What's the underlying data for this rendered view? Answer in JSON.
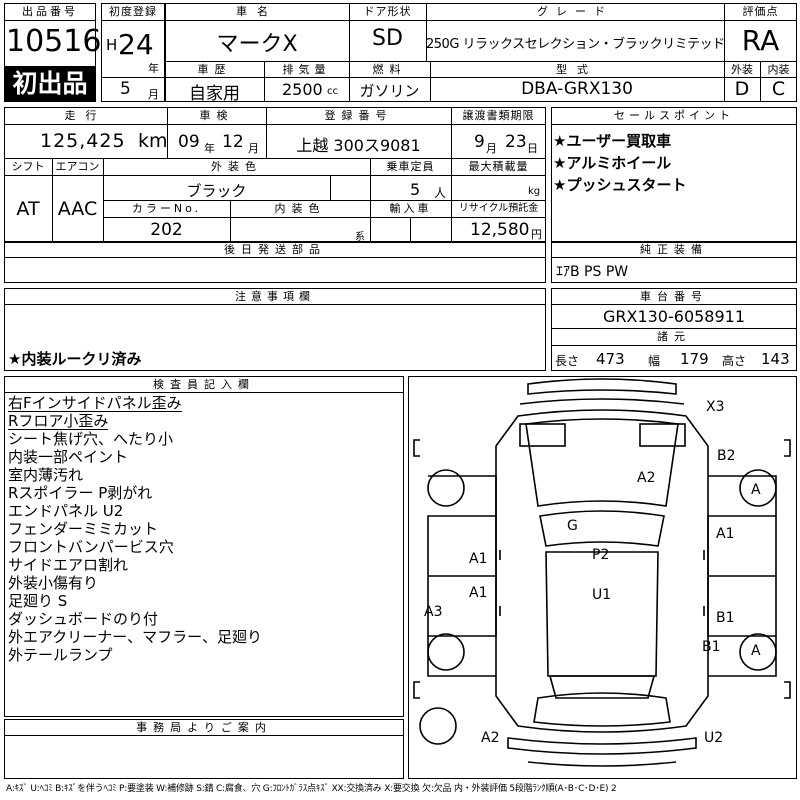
{
  "header": {
    "lot_no_label": "出品番号",
    "lot_no": "10516",
    "first_listing": "初出品",
    "first_reg_label": "初度登録",
    "era": "H",
    "year": "24",
    "year_unit": "年",
    "month": "5",
    "month_unit": "月",
    "car_name_label": "車名",
    "car_name": "マークX",
    "door_label": "ドア形状",
    "door": "SD",
    "grade_label": "グレード",
    "grade": "250G リラックスセレクション・ブラックリミテッド",
    "score_label": "評価点",
    "score": "RA",
    "history_label": "車歴",
    "history": "自家用",
    "displacement_label": "排気量",
    "displacement": "2500",
    "displacement_unit": "cc",
    "fuel_label": "燃料",
    "fuel": "ガソリン",
    "model_label": "型式",
    "model": "DBA-GRX130",
    "ext_score_label": "外装",
    "ext_score": "D",
    "int_score_label": "内装",
    "int_score": "C"
  },
  "row2": {
    "mileage_label": "走行",
    "mileage": "125,425",
    "mileage_unit": "km",
    "inspection_label": "車検",
    "inspection_year": "09",
    "inspection_year_unit": "年",
    "inspection_month": "12",
    "inspection_month_unit": "月",
    "plate_label": "登録番号",
    "plate": "上越 300ス9081",
    "transfer_label": "譲渡書類期限",
    "transfer_month": "9",
    "transfer_month_unit": "月",
    "transfer_day": "23",
    "transfer_day_unit": "日",
    "shift_label": "シフト",
    "shift": "AT",
    "ac_label": "エアコン",
    "ac": "AAC",
    "color_label": "外装色",
    "color": "ブラック",
    "capacity_label": "乗車定員",
    "capacity": "5",
    "capacity_unit": "人",
    "load_label": "最大積載量",
    "load_unit": "kg",
    "color_no_label": "カラーNo.",
    "color_no": "202",
    "int_color_label": "内装色",
    "int_color_unit": "系",
    "import_label": "輸入車",
    "recycle_label": "リサイクル預託金",
    "recycle": "12,580",
    "recycle_unit": "円"
  },
  "sales_points": {
    "label": "セールスポイント",
    "items": [
      "★ユーザー買取車",
      "★アルミホイール",
      "★プッシュスタート"
    ]
  },
  "later_parts": {
    "label": "後日発送部品"
  },
  "genuine": {
    "label": "純正装備",
    "value": "ｴｱB PS PW"
  },
  "caution": {
    "label": "注意事項欄",
    "text": "★内装ルークリ済み"
  },
  "chassis": {
    "label": "車台番号",
    "value": "GRX130-6058911",
    "spec_label": "諸元",
    "length_label": "長さ",
    "length": "473",
    "width_label": "幅",
    "width": "179",
    "height_label": "高さ",
    "height": "143"
  },
  "inspector": {
    "label": "検査員記入欄",
    "lines": [
      "右Fインサイドパネル歪み",
      "Rフロア小歪み",
      "シート焦げ穴、へたり小",
      "内装一部ペイント",
      "室内薄汚れ",
      "Rスポイラー P剥がれ",
      "エンドパネル U2",
      "フェンダーミミカット",
      "フロントバンパービス穴",
      "サイドエアロ割れ",
      "外装小傷有り",
      "足廻り S",
      "ダッシュボードのり付",
      "外エアクリーナー、マフラー、足廻り",
      "外テールランプ"
    ]
  },
  "diagram": {
    "marks": [
      "X3",
      "B2",
      "A",
      "A2",
      "G",
      "A1",
      "A1",
      "A1",
      "P2",
      "U1",
      "A3",
      "B1",
      "B1",
      "A",
      "A2",
      "U2"
    ]
  },
  "office": {
    "label": "事務局よりご案内"
  },
  "legend": "A:ｷｽﾞ U:ﾍｺﾐ B:ｷｽﾞを伴うﾍｺﾐ P:要塗装 W:補修跡 S:錆 C:腐食、穴 G:ﾌﾛﾝﾄｶﾞﾗｽ点ｷｽﾞ XX:交換済み X:要交換 欠:欠品 内・外装評価 5段階ﾗﾝｸ順(A･B･C･D･E) 2"
}
